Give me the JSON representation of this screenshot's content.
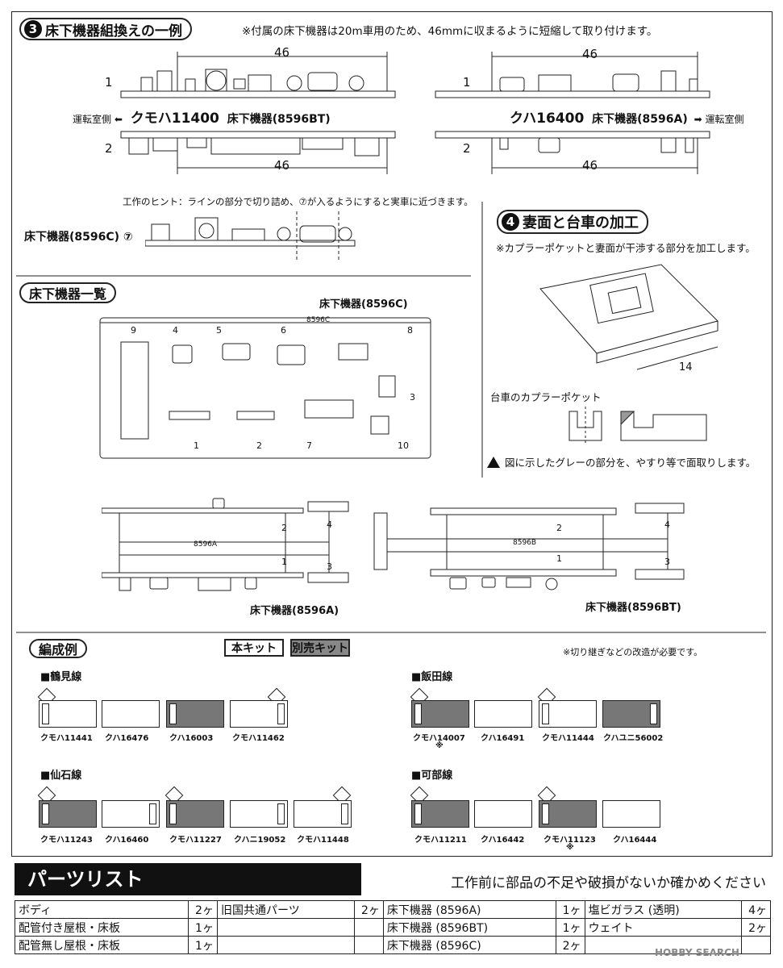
{
  "section3": {
    "num": "3",
    "title": "床下機器組換えの一例",
    "note": "※付属の床下機器は20m車用のため、46mmに収まるように短縮して取り付けます。",
    "dim_top_left": "46",
    "dim_top_right": "46",
    "dim_bottom_left": "46",
    "dim_bottom_right": "46",
    "row1": "1",
    "row2": "2",
    "row1_right": "1",
    "row2_right": "2",
    "left_cab": "運転室側",
    "left_arrow": "⬅",
    "left_car": "クモハ11400",
    "left_under": "床下機器(8596BT)",
    "right_car": "クハ16400",
    "right_under": "床下機器(8596A)",
    "right_arrow": "➡",
    "right_cab": "運転室側",
    "hint": "工作のヒント：ラインの部分で切り詰め、⑦が入るようにすると実車に近づきます。",
    "c_label": "床下機器(8596C)",
    "c_num": "⑦"
  },
  "section4": {
    "num": "4",
    "title": "妻面と台車の加工",
    "note": "※カプラーポケットと妻面が干渉する部分を加工します。",
    "dim": "14",
    "pocket_label": "台車のカプラーポケット",
    "warning": "図に示したグレーの部分を、やすり等で面取りします。"
  },
  "list": {
    "title": "床下機器一覧",
    "c_label": "床下機器(8596C)",
    "c_code": "8596C",
    "nums": [
      "9",
      "4",
      "5",
      "6",
      "8",
      "3",
      "1",
      "2",
      "7",
      "10"
    ],
    "a_code": "8596A",
    "a_label": "床下機器(8596A)",
    "a_nums": [
      "2",
      "4",
      "1",
      "3"
    ],
    "bt_code": "8596B",
    "bt_label": "床下機器(8596BT)",
    "bt_nums": [
      "2",
      "4",
      "1",
      "3"
    ]
  },
  "formation": {
    "title": "編成例",
    "legend_kit": "本キット",
    "legend_sep": "別売キット",
    "note": "※切り継ぎなどの改造が必要です。",
    "lines": [
      {
        "name": "■鶴見線",
        "cars": [
          "クモハ11441",
          "クハ16476",
          "クハ16003",
          "クモハ11462"
        ],
        "gray": [
          false,
          false,
          true,
          false
        ]
      },
      {
        "name": "■飯田線",
        "cars": [
          "クモハ14007",
          "クハ16491",
          "クモハ11444",
          "クハユニ56002"
        ],
        "gray": [
          true,
          false,
          false,
          true
        ],
        "mark": "※"
      },
      {
        "name": "■仙石線",
        "cars": [
          "クモハ11243",
          "クハ16460",
          "クモハ11227",
          "クハニ19052",
          "クモハ11448"
        ],
        "gray": [
          true,
          false,
          true,
          false,
          false
        ]
      },
      {
        "name": "■可部線",
        "cars": [
          "クモハ11211",
          "クハ16442",
          "クモハ11123",
          "クハ16444"
        ],
        "gray": [
          true,
          false,
          true,
          false
        ],
        "mark": "※"
      }
    ]
  },
  "parts": {
    "title": "パーツリスト",
    "subtitle": "工作前に部品の不足や破損がないか確かめください",
    "rows": [
      [
        [
          "ボディ",
          "2ヶ"
        ],
        [
          "旧国共通パーツ",
          "2ヶ"
        ],
        [
          "床下機器 (8596A)",
          "1ヶ"
        ],
        [
          "塩ビガラス (透明)",
          "4ヶ"
        ]
      ],
      [
        [
          "配管付き屋根・床板",
          "1ヶ"
        ],
        [
          "",
          ""
        ],
        [
          "床下機器 (8596BT)",
          "1ヶ"
        ],
        [
          "ウェイト",
          "2ヶ"
        ]
      ],
      [
        [
          "配管無し屋根・床板",
          "1ヶ"
        ],
        [
          "",
          ""
        ],
        [
          "床下機器 (8596C)",
          "2ヶ"
        ],
        [
          "",
          ""
        ]
      ]
    ]
  },
  "watermark": "HOBBY SEARCH"
}
